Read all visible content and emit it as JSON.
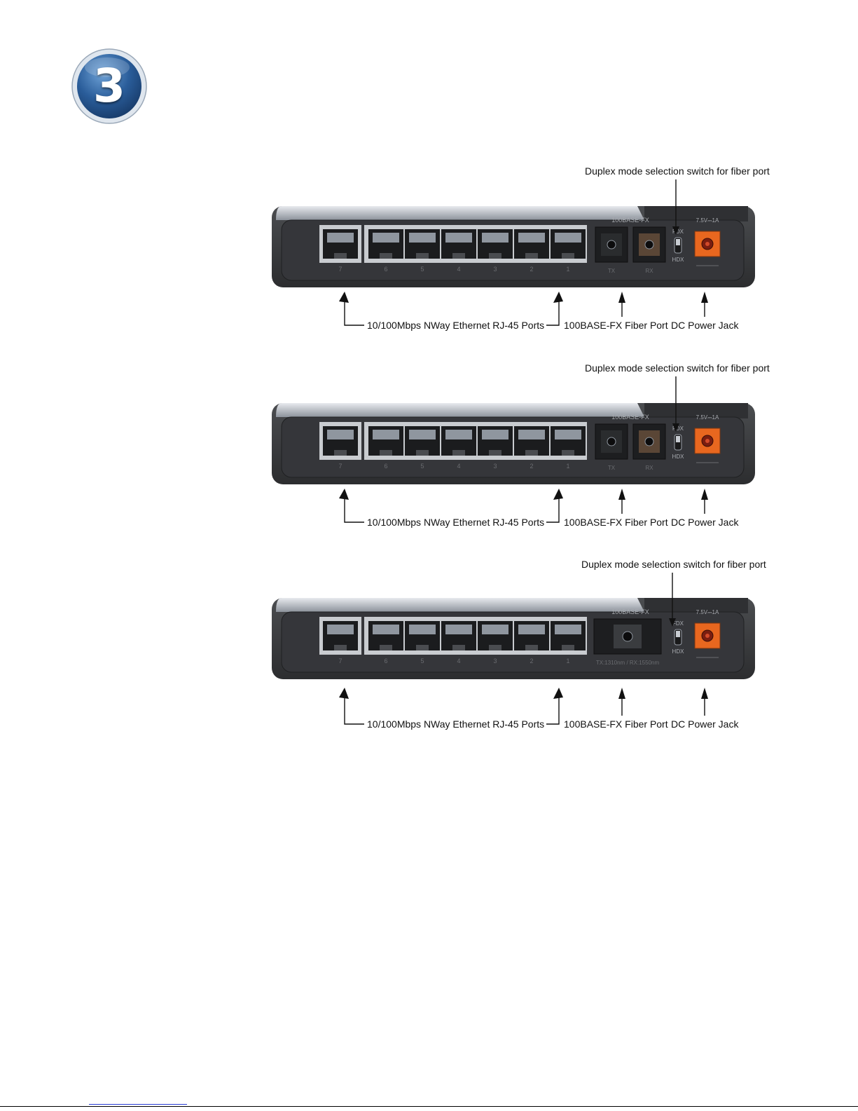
{
  "step": {
    "number": "3"
  },
  "colors": {
    "badge": "#2a5d9a",
    "power_jack": "#e8671f",
    "device_body": "#3a3b3d"
  },
  "diagrams": [
    {
      "variant": "dual-sc-fiber",
      "labels": {
        "duplex_switch": "Duplex mode selection switch for fiber port",
        "ethernet_ports": "10/100Mbps NWay Ethernet RJ-45 Ports",
        "fiber_port": "100BASE-FX Fiber Port",
        "power_jack": "DC Power Jack"
      },
      "panel": {
        "fiber_label": "100BASE-FX",
        "fdx": "FDX",
        "hdx": "HDX",
        "power_rating": "7.5V⎓1A",
        "port_numbers": [
          "7",
          "6",
          "5",
          "4",
          "3",
          "2",
          "1"
        ],
        "fiber_ports": [
          "TX",
          "RX"
        ]
      }
    },
    {
      "variant": "dual-sc-fiber",
      "labels": {
        "duplex_switch": "Duplex mode selection switch for fiber port",
        "ethernet_ports": "10/100Mbps NWay Ethernet RJ-45 Ports",
        "fiber_port": "100BASE-FX Fiber Port",
        "power_jack": "DC Power Jack"
      },
      "panel": {
        "fiber_label": "100BASE-FX",
        "fdx": "FDX",
        "hdx": "HDX",
        "power_rating": "7.5V⎓1A",
        "port_numbers": [
          "7",
          "6",
          "5",
          "4",
          "3",
          "2",
          "1"
        ],
        "fiber_ports": [
          "TX",
          "RX"
        ]
      }
    },
    {
      "variant": "single-sc-fiber",
      "labels": {
        "duplex_switch": "Duplex mode selection switch for fiber port",
        "ethernet_ports": "10/100Mbps NWay Ethernet RJ-45 Ports",
        "fiber_port": "100BASE-FX Fiber Port",
        "power_jack": "DC Power Jack"
      },
      "panel": {
        "fiber_label": "100BASE-FX",
        "fdx": "FDX",
        "hdx": "HDX",
        "power_rating": "7.5V⎓1A",
        "port_numbers": [
          "7",
          "6",
          "5",
          "4",
          "3",
          "2",
          "1"
        ],
        "fiber_ports": [
          "TX:1310nm / RX:1550nm"
        ]
      }
    }
  ]
}
